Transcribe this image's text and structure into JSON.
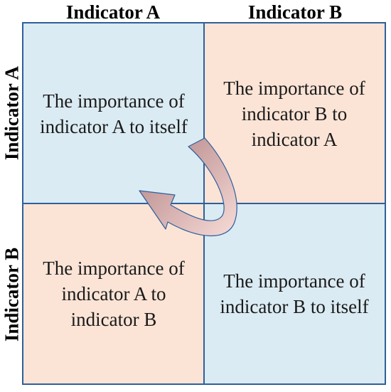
{
  "columns": [
    "Indicator A",
    "Indicator B"
  ],
  "rows": [
    "Indicator A",
    "Indicator B"
  ],
  "cells": {
    "a_a": "The importance of indicator A to itself",
    "a_b": "The importance of indicator B to indicator A",
    "b_a": "The importance of indicator A to indicator B",
    "b_b": "The importance of indicator B to itself"
  },
  "colors": {
    "border": "#2e5f9c",
    "blue_cell": "#dbebf3",
    "peach_cell": "#fbe4d6",
    "arrow_dark": "#b07f82",
    "arrow_light": "#f7dcd8"
  }
}
